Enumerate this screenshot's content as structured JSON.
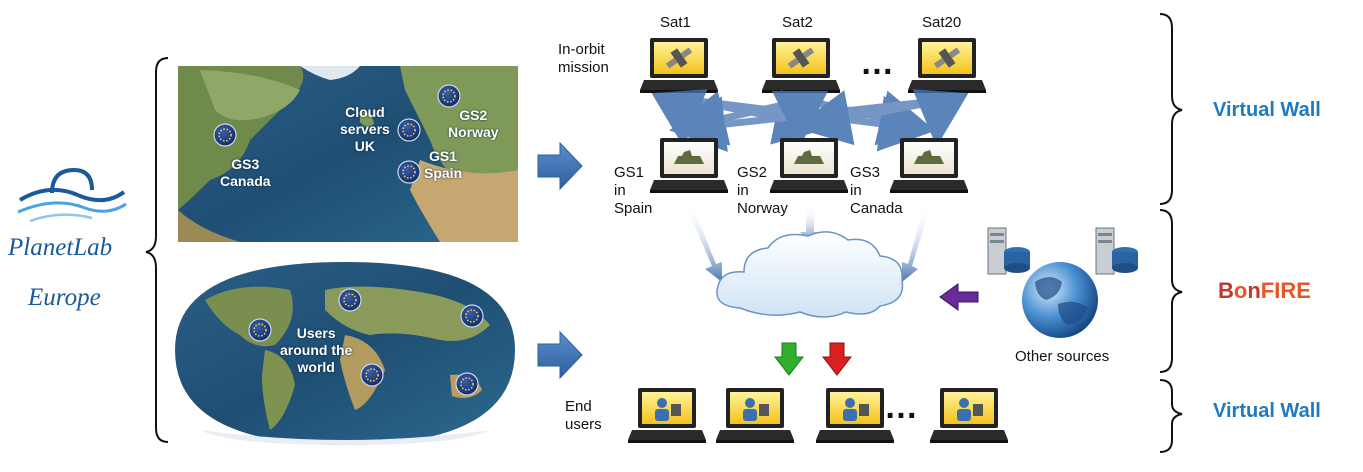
{
  "planetlab": {
    "line1": "PlanetLab",
    "line2": "Europe"
  },
  "top_map": {
    "cloud_label": "Cloud\nservers\nUK",
    "gs2_label": "GS2\nNorway",
    "gs1_label": "GS1\nSpain",
    "gs3_label": "GS3\nCanada"
  },
  "bottom_map": {
    "users_label": "Users\naround the\nworld"
  },
  "orbit": {
    "label": "In-orbit\nmission",
    "sat1": "Sat1",
    "sat2": "Sat2",
    "sat20": "Sat20",
    "ellipsis": "…"
  },
  "ground_stations": {
    "gs1": "GS1\nin\nSpain",
    "gs2": "GS2\nin\nNorway",
    "gs3": "GS3\nin\nCanada"
  },
  "end_users": {
    "label": "End\nusers",
    "ellipsis": "…"
  },
  "other_sources": "Other sources",
  "right_labels": {
    "virtual_wall_top": "Virtual Wall",
    "bonfire_a": "B",
    "bonfire_b": "o",
    "bonfire_c": "n",
    "bonfire_d": "FIRE",
    "virtual_wall_bottom": "Virtual Wall"
  },
  "colors": {
    "accent_blue": "#1f7ac2",
    "planetlab_blue": "#1a5a9c",
    "bonfire_red": "#d63a1e",
    "arrow_blue": "#4a7bb7",
    "down_green": "#2fae2f",
    "down_red": "#d82020",
    "left_purple": "#6a2a9a"
  }
}
